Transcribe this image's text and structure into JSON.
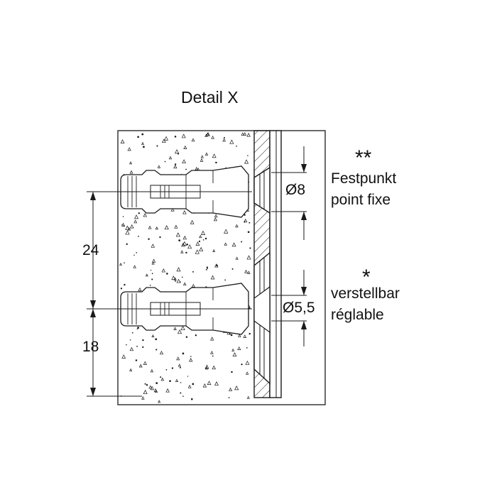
{
  "title": "Detail X",
  "fixed_point": {
    "mark": "**",
    "label_de": "Festpunkt",
    "label_fr": "point fixe",
    "diameter": "Ø8"
  },
  "adjustable": {
    "mark": "*",
    "label_de": "verstellbar",
    "label_fr": "réglable",
    "diameter": "Ø5,5"
  },
  "dimensions": {
    "spacing": "24",
    "edge": "18"
  },
  "colors": {
    "line": "#1a1a1a",
    "background": "#ffffff"
  }
}
